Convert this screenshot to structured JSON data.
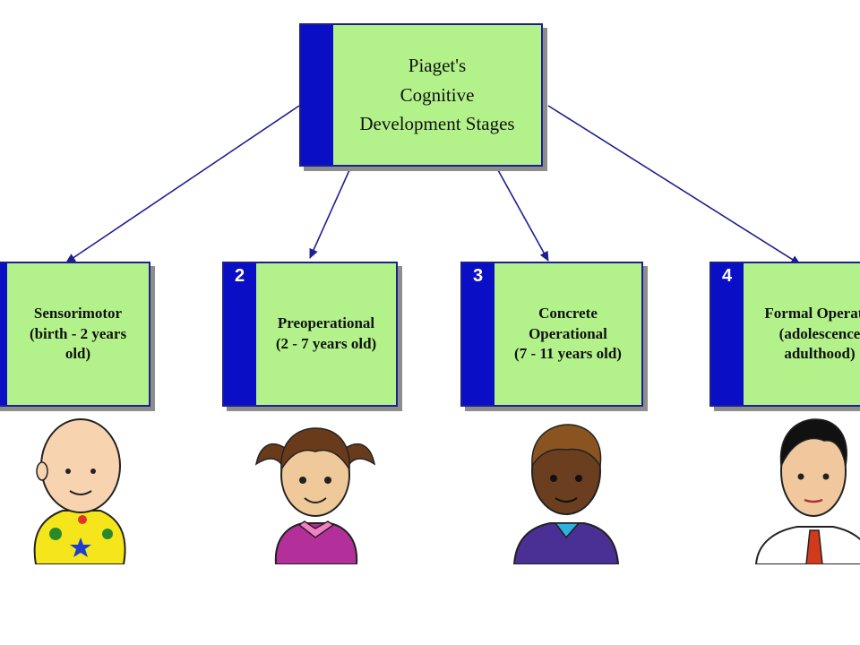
{
  "root": {
    "lines": [
      "Piaget's",
      "Cognitive",
      "Development Stages"
    ]
  },
  "stages": [
    {
      "number": "",
      "lines": [
        "Sensorimotor",
        "(birth - 2 years",
        "old)"
      ]
    },
    {
      "number": "2",
      "lines": [
        "Preoperational",
        "(2 - 7 years old)"
      ]
    },
    {
      "number": "3",
      "lines": [
        "Concrete",
        "Operational",
        "(7 - 11 years old)"
      ]
    },
    {
      "number": "4",
      "lines": [
        "Formal Operatio",
        "(adolescence",
        "adulthood)"
      ]
    }
  ],
  "colors": {
    "box_fill": "#b3f28a",
    "box_bar": "#0a0fc6",
    "arrow": "#1c1f8f"
  },
  "people": [
    "baby-illustration",
    "girl-illustration",
    "boy-illustration",
    "man-illustration"
  ]
}
